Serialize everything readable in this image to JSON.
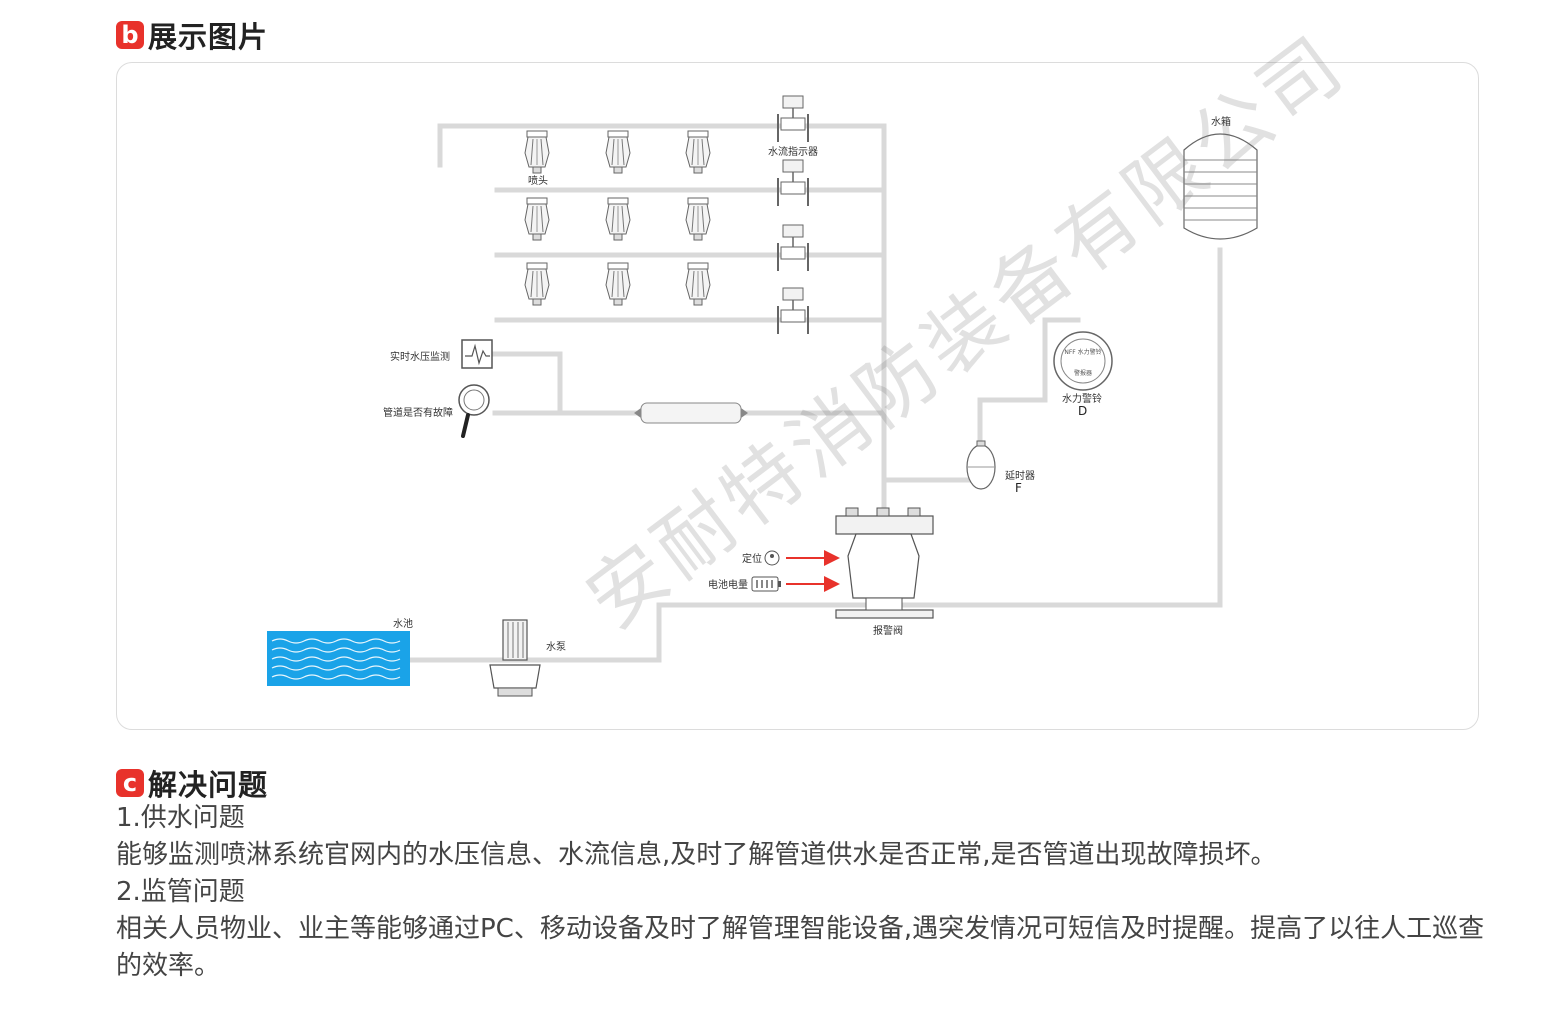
{
  "header_b": {
    "badge": "b",
    "title": "展示图片"
  },
  "header_c": {
    "badge": "c",
    "title": "解决问题"
  },
  "diagram": {
    "labels": {
      "flow_indicator": "水流指示器",
      "sprinkler": "喷头",
      "water_tank": "水箱",
      "pressure_monitor": "实时水压监测",
      "pipe_fault": "管道是否有故障",
      "water_bell": "水力警铃",
      "bell_letter": "D",
      "bell_ring_top": "NFF 水力警铃",
      "bell_ring_bottom": "警报器",
      "delay": "延时器",
      "delay_letter": "F",
      "location": "定位",
      "battery": "电池电量",
      "alarm_valve": "报警阀",
      "pool": "水池",
      "pump": "水泵"
    }
  },
  "content": {
    "item1_title": "1.供水问题",
    "item1_text": "能够监测喷淋系统官网内的水压信息、水流信息,及时了解管道供水是否正常,是否管道出现故障损坏。",
    "item2_title": "2.监管问题",
    "item2_text": "相关人员物业、业主等能够通过PC、移动设备及时了解管理智能设备,遇突发情况可短信及时提醒。提高了以往人工巡查的效率。"
  },
  "watermark": "安耐特消防装备有限公司",
  "colors": {
    "accent": "#e8322b",
    "pool": "#1aa3e8",
    "pipe": "#d9d9d9",
    "arrow": "#e8322b"
  }
}
